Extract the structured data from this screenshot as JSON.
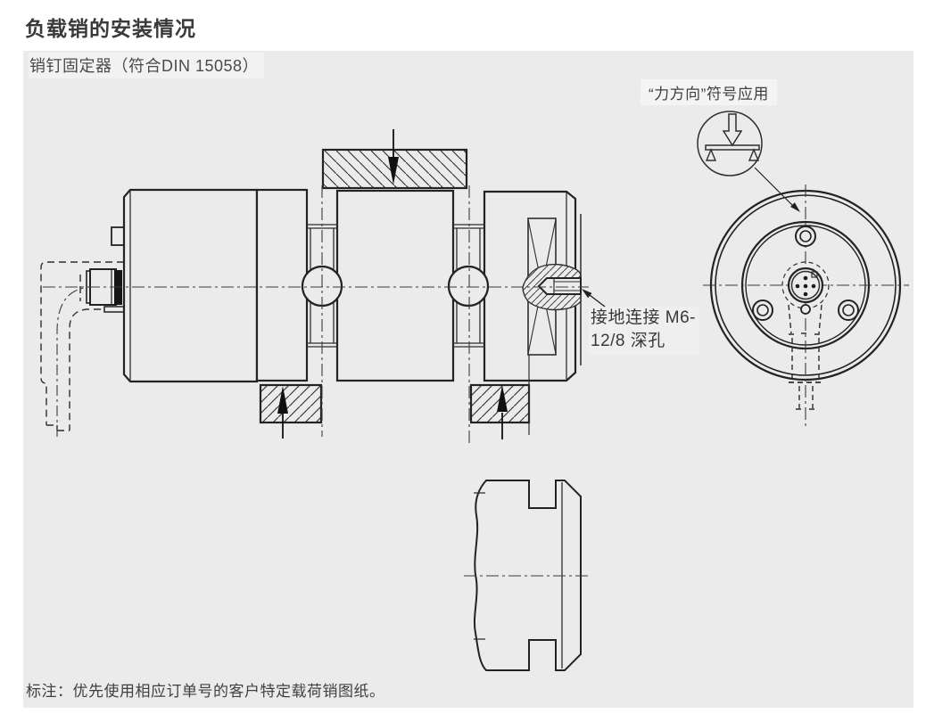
{
  "page": {
    "title": "负载销的安装情况",
    "subtitle": "销钉固定器（符合DIN 15058）",
    "note": "标注：优先使用相应订单号的客户特定载荷销图纸。"
  },
  "labels": {
    "force_direction": "“力方向”符号应用",
    "ground_line1": "接地连接 M6-",
    "ground_line2": "12/8 深孔"
  },
  "drawing": {
    "views": [
      "load-pin-side-view",
      "load-pin-end-view",
      "load-pin-bottom-section-view",
      "force-direction-symbol"
    ],
    "standard": "DIN 15058"
  },
  "colors": {
    "page_bg": "#ffffff",
    "panel_bg": "#ebebeb",
    "line": "#262626",
    "fill_black": "#161616",
    "text": "#3d3d3d"
  }
}
